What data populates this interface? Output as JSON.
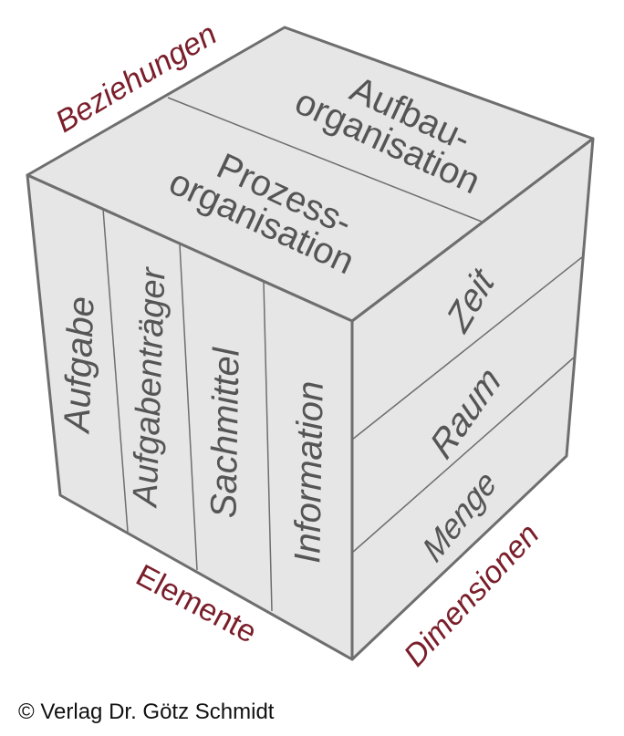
{
  "top_face": {
    "back": [
      "Aufbau-",
      "organisation"
    ],
    "front": [
      "Prozess-",
      "organisation"
    ]
  },
  "left_face": [
    "Aufgabe",
    "Aufgabenträger",
    "Sachmittel",
    "Information"
  ],
  "right_face": [
    "Zeit",
    "Raum",
    "Menge"
  ],
  "axis_labels": {
    "top": "Beziehungen",
    "left": "Elemente",
    "right": "Dimensionen"
  },
  "copyright": "© Verlag Dr. Götz Schmidt",
  "colors": {
    "face": "#e6e6e6",
    "edge": "#6e6e6e",
    "label": "#7a1e2a"
  }
}
